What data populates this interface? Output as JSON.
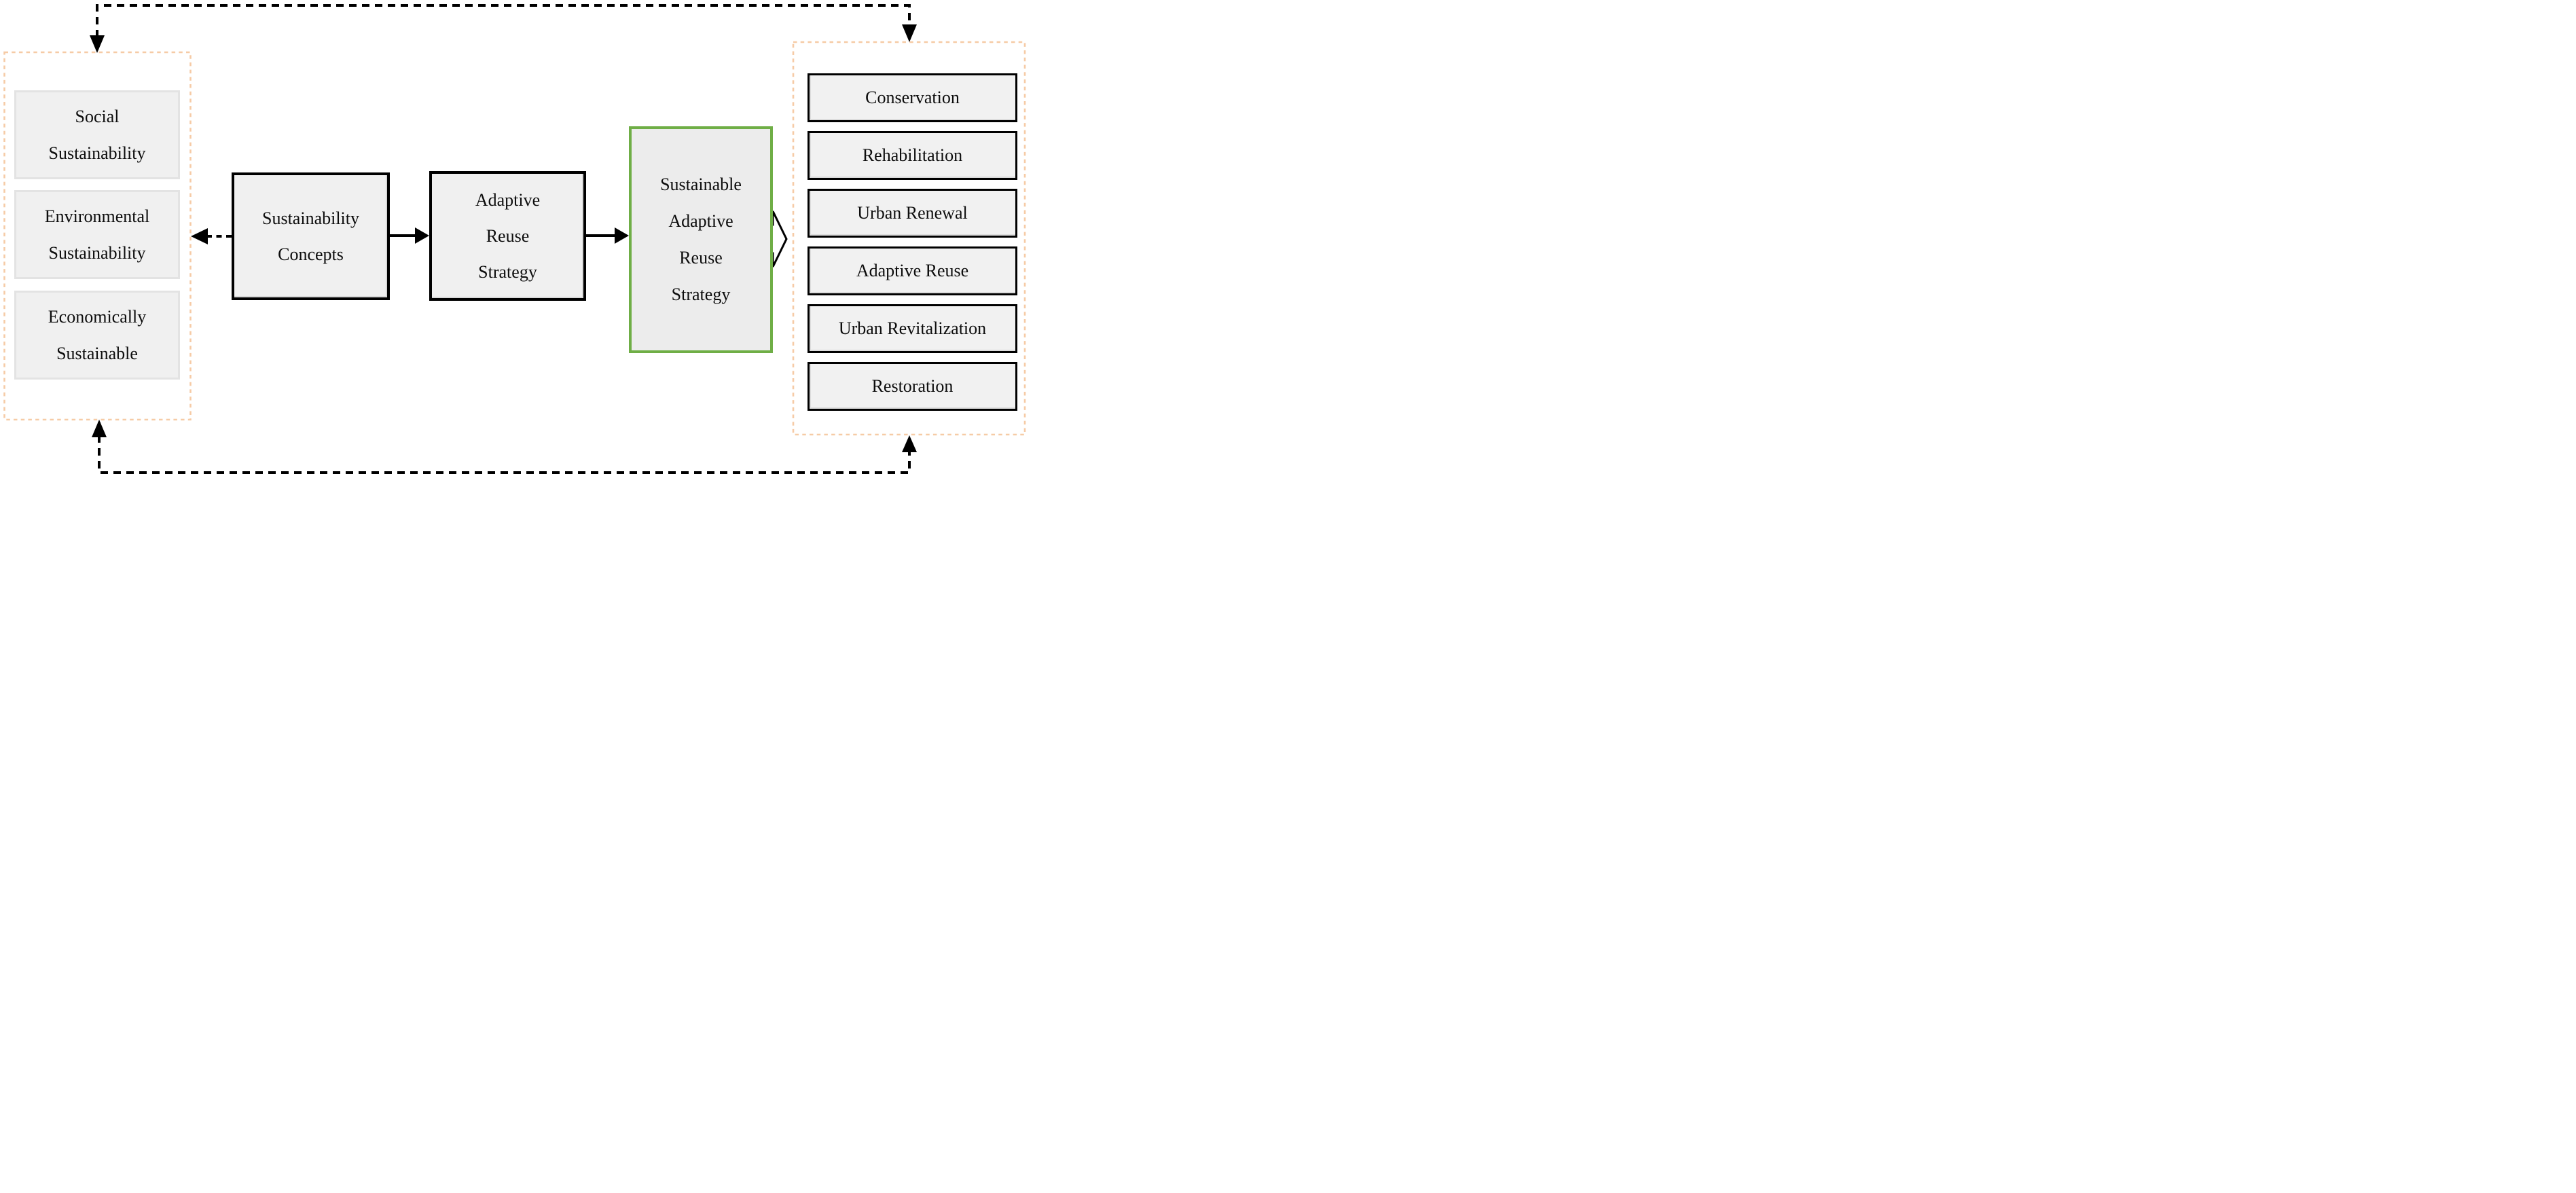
{
  "diagram": {
    "description": "Sustainable adaptive reuse strategy flow diagram",
    "left_panel": {
      "items": [
        {
          "label": "Social\nSustainability"
        },
        {
          "label": "Environmental\nSustainability"
        },
        {
          "label": "Economically\nSustainable"
        }
      ]
    },
    "flow": {
      "steps": [
        {
          "label": "Sustainability\nConcepts",
          "highlighted": false
        },
        {
          "label": "Adaptive\nReuse\nStrategy",
          "highlighted": false
        },
        {
          "label": "Sustainable\nAdaptive\nReuse\nStrategy",
          "highlighted": true
        }
      ]
    },
    "right_panel": {
      "items": [
        {
          "label": "Conservation"
        },
        {
          "label": "Rehabilitation"
        },
        {
          "label": "Urban Renewal"
        },
        {
          "label": "Adaptive Reuse"
        },
        {
          "label": "Urban Revitalization"
        },
        {
          "label": "Restoration"
        }
      ]
    },
    "colors": {
      "panel_dashed_border": "#f6cba6",
      "highlight_border": "#6fae46",
      "box_fill": "#f0f0f0",
      "box_border_black": "#000000",
      "left_box_border": "#e3e3e3",
      "connector_line": "#000000"
    }
  }
}
